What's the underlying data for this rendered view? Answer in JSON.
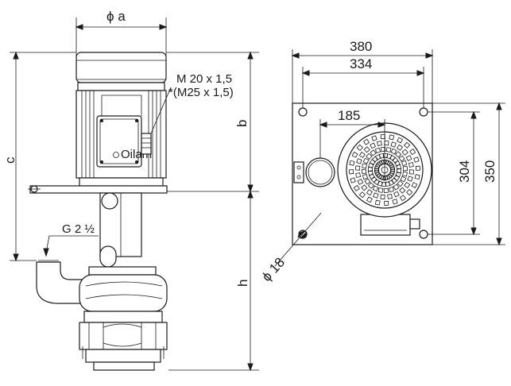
{
  "labels": {
    "dia_a": "ϕ a",
    "thread_main": "M 20 x 1,5",
    "thread_alt": "*(M25 x 1,5)",
    "dim_b": "b",
    "dim_c": "c",
    "dim_h": "h",
    "inlet": "G 2 ½",
    "width_outer": "380",
    "width_inner": "334",
    "spacing_185": "185",
    "height_inner": "304",
    "height_outer": "350",
    "hole_dia": "ϕ 18"
  },
  "colors": {
    "line": "#1a1a1a",
    "background": "#ffffff"
  }
}
